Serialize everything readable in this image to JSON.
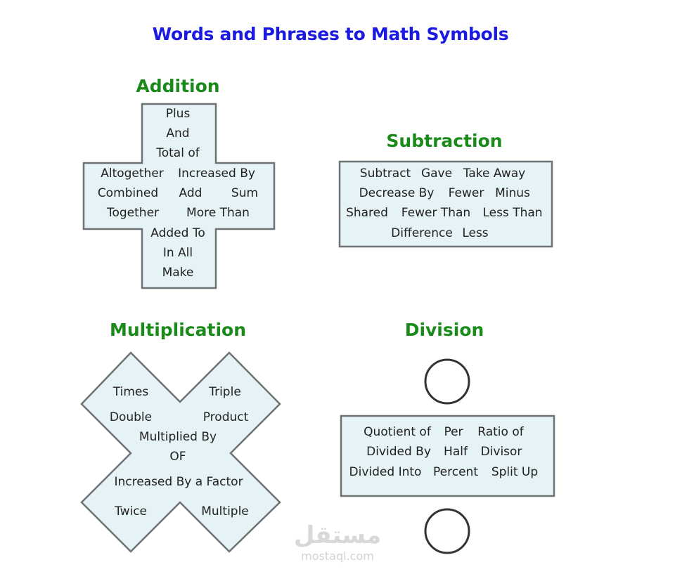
{
  "title": "Words and Phrases to Math Symbols",
  "colors": {
    "title": "#1a1ae0",
    "heading": "#1a8a1a",
    "shape_fill": "#e6f3f6",
    "shape_stroke": "#6e7275"
  },
  "addition": {
    "heading": "Addition",
    "words": [
      "Plus",
      "And",
      "Total of",
      "Altogether",
      "Increased By",
      "Combined",
      "Add",
      "Sum",
      "Together",
      "More Than",
      "Added To",
      "In All",
      "Make"
    ]
  },
  "subtraction": {
    "heading": "Subtraction",
    "words": [
      "Subtract",
      "Gave",
      "Take Away",
      "Decrease By",
      "Fewer",
      "Minus",
      "Shared",
      "Fewer Than",
      "Less Than",
      "Difference",
      "Less"
    ]
  },
  "multiplication": {
    "heading": "Multiplication",
    "words": [
      "Times",
      "Triple",
      "Double",
      "Product",
      "Multiplied By",
      "OF",
      "Increased By a Factor",
      "Twice",
      "Multiple"
    ]
  },
  "division": {
    "heading": "Division",
    "words": [
      "Quotient of",
      "Per",
      "Ratio of",
      "Divided By",
      "Half",
      "Divisor",
      "Divided Into",
      "Percent",
      "Split Up"
    ]
  },
  "watermark": {
    "arabic": "مستقل",
    "latin": "mostaql.com"
  }
}
